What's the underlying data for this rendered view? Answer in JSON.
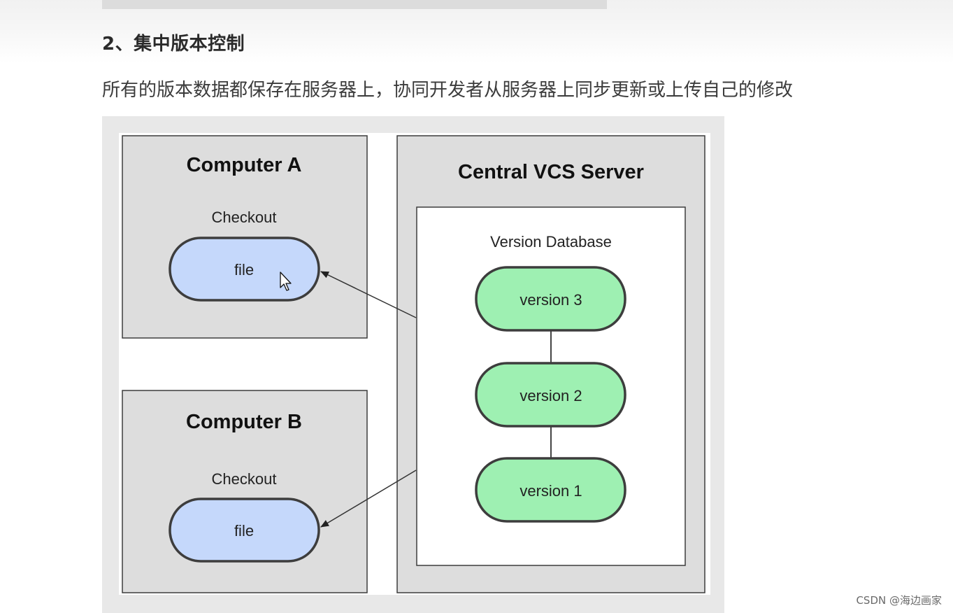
{
  "heading": "2、集中版本控制",
  "description": "所有的版本数据都保存在服务器上，协同开发者从服务器上同步更新或上传自己的修改",
  "diagram": {
    "computer_a": {
      "title": "Computer A",
      "checkout_label": "Checkout",
      "file_label": "file"
    },
    "computer_b": {
      "title": "Computer B",
      "checkout_label": "Checkout",
      "file_label": "file"
    },
    "server": {
      "title": "Central VCS Server",
      "database_label": "Version Database",
      "versions": [
        "version 3",
        "version 2",
        "version 1"
      ]
    },
    "colors": {
      "box_fill": "#dddddd",
      "file_fill": "#c5d8fb",
      "version_fill": "#9ef0b2",
      "stroke": "#3d3d3d"
    }
  },
  "watermark": "CSDN @海边画家"
}
